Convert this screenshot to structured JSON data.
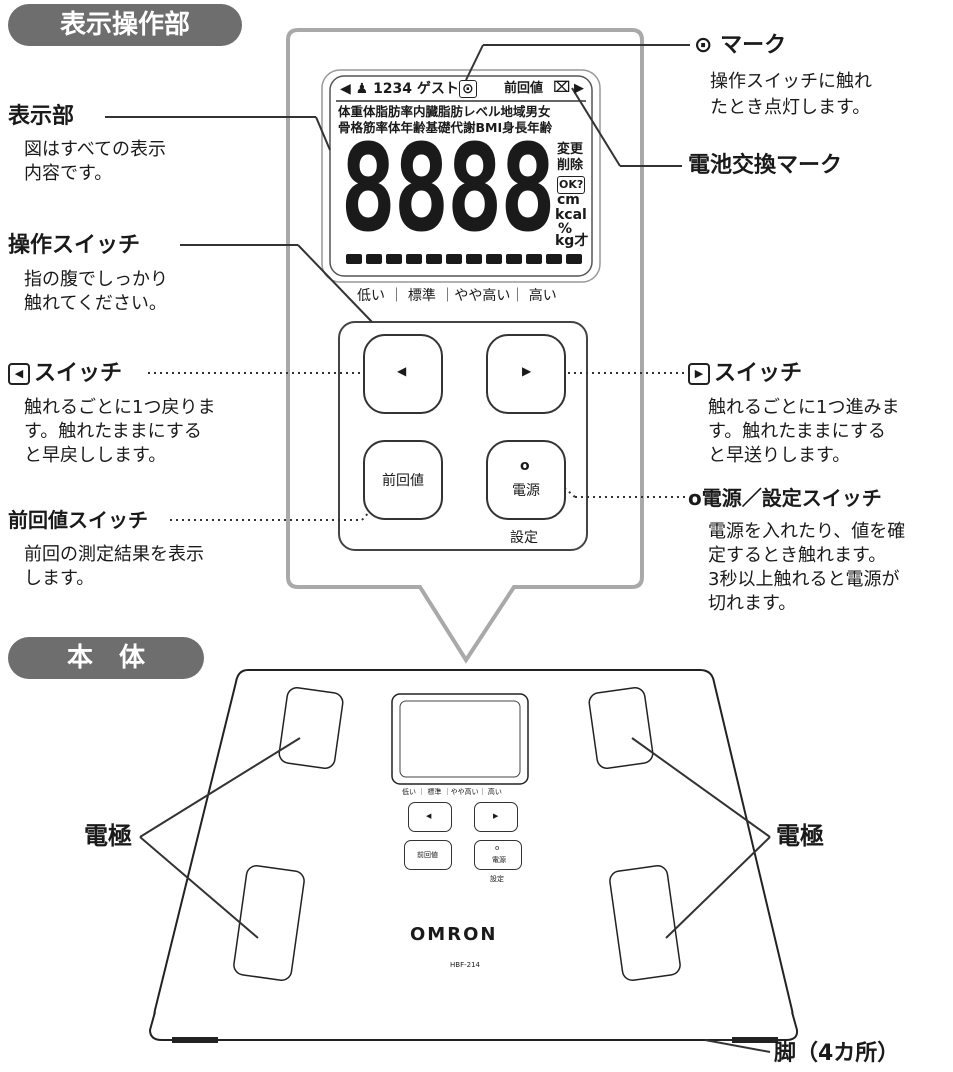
{
  "sections": {
    "display_ops": "表示操作部",
    "body": "本　体"
  },
  "display_part": {
    "title": "表示部",
    "desc_line1": "図はすべての表示",
    "desc_line2": "内容です。"
  },
  "switch_part": {
    "title": "操作スイッチ",
    "desc_line1": "指の腹でしっかり",
    "desc_line2": "触れてください。"
  },
  "mark_info": {
    "title": "⊙ マーク",
    "desc_line1": "操作スイッチに触れ",
    "desc_line2": "たとき点灯します。"
  },
  "battery_info": {
    "title": "電池交換マーク"
  },
  "left_switch": {
    "title": "スイッチ",
    "icon": "◀",
    "desc_line1": "触れるごとに1つ戻りま",
    "desc_line2": "す。触れたままにする",
    "desc_line3": "と早戻しします。"
  },
  "right_switch": {
    "title": "スイッチ",
    "icon": "▶",
    "desc_line1": "触れるごとに1つ進みま",
    "desc_line2": "す。触れたままにする",
    "desc_line3": "と早送りします。"
  },
  "prev_switch": {
    "title": "前回値スイッチ",
    "desc_line1": "前回の測定結果を表示",
    "desc_line2": "します。"
  },
  "power_switch": {
    "title": "o電源／設定スイッチ",
    "desc_line1": "電源を入れたり、値を確",
    "desc_line2": "定するとき触れます。",
    "desc_line3": "3秒以上触れると電源が",
    "desc_line4": "切れます。"
  },
  "lcd": {
    "top_left": "◀ ♟ 1234 ゲスト",
    "mark": "⊙",
    "prev": "前回値",
    "battery": "⌧",
    "arrow_right": "▶",
    "row1": "体重体脂肪率内臓脂肪レベル地域男女",
    "row2": "骨格筋率体年齢基礎代謝BMI身長年齢",
    "digits": "8888",
    "side1": "変更",
    "side2": "削除",
    "side3": "OK?",
    "side4": "cm",
    "side5": "kcal",
    "side6": "%",
    "side7": "kg才",
    "scale": "低い ｜ 標準 ｜やや高い｜ 高い"
  },
  "panel_buttons": {
    "left": "◀",
    "right": "▶",
    "prev": "前回値",
    "power_dot": "o",
    "power": "電源",
    "setting": "設定"
  },
  "scale_device": {
    "scale_text": "低い ｜ 標準 ｜やや高い｜ 高い",
    "left": "◀",
    "right": "▶",
    "prev": "前回値",
    "power_dot": "o",
    "power": "電源",
    "setting": "設定",
    "brand": "OMRON",
    "model": "HBF-214"
  },
  "labels": {
    "electrode_left": "電極",
    "electrode_right": "電極",
    "feet": "脚（4カ所）"
  },
  "colors": {
    "pill": "#6e6e6e",
    "callout_border": "#a9a9a9",
    "line": "#333333"
  }
}
